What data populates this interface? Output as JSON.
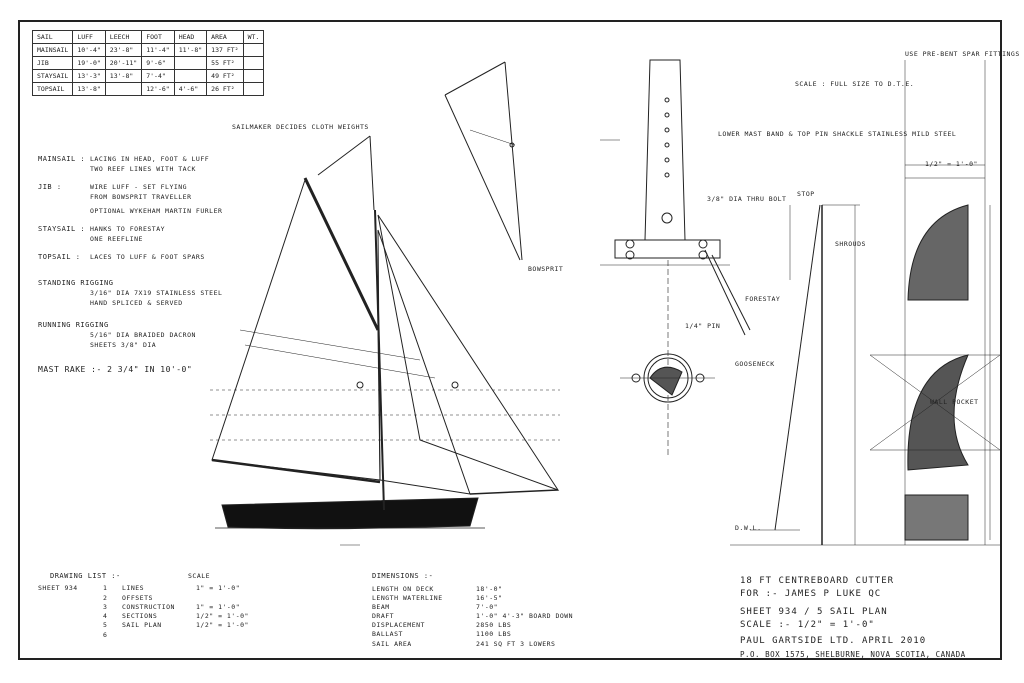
{
  "sail_table": {
    "headers": [
      "Sail",
      "Luff",
      "Leech",
      "Foot",
      "Head",
      "Area",
      "Wt."
    ],
    "rows": [
      [
        "Mainsail",
        "10'-4\"",
        "23'-8\"",
        "11'-4\"",
        "11'-8\"",
        "137 ft²",
        ""
      ],
      [
        "Jib",
        "19'-0\"",
        "20'-11\"",
        "9'-6\"",
        "",
        "55 ft²",
        ""
      ],
      [
        "Staysail",
        "13'-3\"",
        "13'-8\"",
        "7'-4\"",
        "",
        "49 ft²",
        ""
      ],
      [
        "Topsail",
        "13'-8\"",
        "",
        "12'-6\"",
        "4'-6\"",
        "26 ft²",
        ""
      ]
    ],
    "note": "Sailmaker decides cloth weights"
  },
  "sail_notes": [
    {
      "label": "Mainsail :",
      "lines": [
        "Lacing in head, foot & luff",
        "Two reef lines with tack"
      ]
    },
    {
      "label": "Jib :",
      "lines": [
        "Wire luff - set flying",
        "from bowsprit traveller",
        "optional Wykeham Martin furler"
      ]
    },
    {
      "label": "Staysail :",
      "lines": [
        "Hanks to forestay",
        "one reefline"
      ]
    },
    {
      "label": "Topsail :",
      "lines": [
        "Laces to luff & foot spars"
      ]
    },
    {
      "label": "Standing Rigging",
      "lines": [
        "3/16\" dia 7x19 stainless steel",
        "hand spliced & served"
      ]
    },
    {
      "label": "Running Rigging",
      "lines": [
        "5/16\" dia braided dacron",
        "sheets 3/8\" dia"
      ]
    }
  ],
  "mast_rake": "Mast Rake :- 2 3/4\" in 10'-0\"",
  "drawing_list": {
    "title": "Drawing List :-",
    "scale_header": "Scale",
    "sheet_label": "Sheet 934",
    "items": [
      {
        "no": "1",
        "name": "Lines",
        "scale": "1\" = 1'-0\""
      },
      {
        "no": "2",
        "name": "Offsets",
        "scale": ""
      },
      {
        "no": "3",
        "name": "Construction",
        "scale": "1\" = 1'-0\""
      },
      {
        "no": "4",
        "name": "Sections",
        "scale": "1/2\" = 1'-0\""
      },
      {
        "no": "5",
        "name": "Sail Plan",
        "scale": "1/2\" = 1'-0\""
      },
      {
        "no": "6",
        "name": "",
        "scale": ""
      }
    ]
  },
  "dimensions": {
    "title": "Dimensions :-",
    "items": [
      {
        "label": "Length on deck",
        "value": "18'-0\""
      },
      {
        "label": "Length waterline",
        "value": "16'-5\""
      },
      {
        "label": "Beam",
        "value": "7'-0\""
      },
      {
        "label": "Draft",
        "value": "1'-0\"  4'-3\" board down"
      },
      {
        "label": "Displacement",
        "value": "2850 lbs"
      },
      {
        "label": "Ballast",
        "value": "1100 lbs"
      },
      {
        "label": "Sail area",
        "value": "241 sq ft  3 lowers"
      }
    ]
  },
  "title_block": {
    "line1": "18 ft Centreboard Cutter",
    "line2": "For :- James P Luke Qc",
    "line3": "Sheet 934 / 5   Sail Plan",
    "line4": "Scale :- 1/2\" = 1'-0\"",
    "line5": "Paul Gartside Ltd.      April 2010",
    "line6": "P.O. Box 1575, Shelburne, Nova Scotia, Canada"
  },
  "detail_labels": {
    "top_right": "Use pre-bent spar fittings throughout",
    "scale_note": "Scale : Full size to D.T.E.",
    "mast_band": "Lower mast band & top pin shackle stainless mild steel",
    "bolt": "3/8\" dia thru bolt",
    "forestay": "Forestay",
    "hsd": "1/4\" pin",
    "bail": "Gooseneck",
    "stop": "Stop",
    "shroud": "Shrouds",
    "spreader": "Wall pocket",
    "scale_small": "1/2\" = 1'-0\"",
    "dwl": "D.W.L.",
    "bow": "Bowsprit"
  },
  "colors": {
    "ink": "#222222",
    "paper": "#ffffff",
    "hull": "#111111"
  }
}
